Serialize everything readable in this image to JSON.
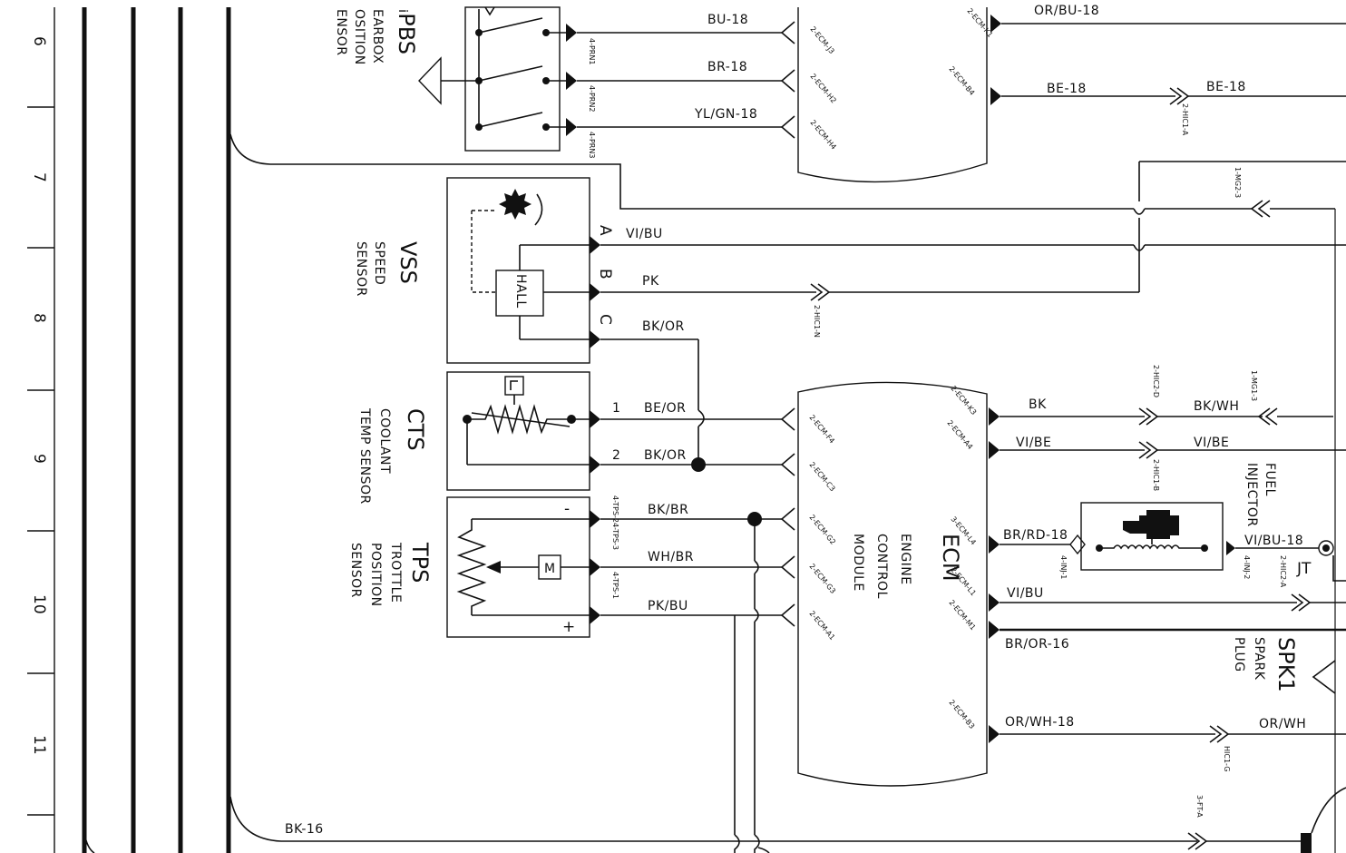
{
  "ruler": {
    "rows": [
      "6",
      "7",
      "8",
      "9",
      "10",
      "11"
    ]
  },
  "components": {
    "gpbs": {
      "lines": [
        "GPBS",
        "GEARBOX",
        "POSITION",
        "SENSOR"
      ],
      "shown": [
        "ᵢPBS",
        "EARBOX",
        "OSITION",
        "ENSOR"
      ]
    },
    "vss": {
      "code": "VSS",
      "lines": [
        "SPEED",
        "SENSOR"
      ],
      "hall": "HALL",
      "pins": [
        "A",
        "B",
        "C"
      ]
    },
    "cts": {
      "code": "CTS",
      "lines": [
        "COOLANT",
        "TEMP SENSOR"
      ],
      "pins": [
        "1",
        "2"
      ]
    },
    "tps": {
      "code": "TPS",
      "lines": [
        "TROTTLE",
        "POSITION",
        "SENSOR"
      ],
      "minus": "-",
      "plus": "+",
      "motor": "M"
    },
    "ecm": {
      "code": "ECM",
      "lines": [
        "ENGINE",
        "CONTROL",
        "MODULE"
      ]
    },
    "injector": {
      "lines": [
        "FUEL",
        "INJECTOR"
      ]
    },
    "spk": {
      "code": "SPK1",
      "lines": [
        "SPARK",
        "PLUG"
      ]
    },
    "jt": "JT"
  },
  "wires": {
    "gpbs": [
      "BU-18",
      "BR-18",
      "YL/GN-18"
    ],
    "top_right": [
      "OR/BU-18",
      "BE-18",
      "BE-18"
    ],
    "vss": [
      "VI/BU",
      "PK",
      "BK/OR"
    ],
    "cts": [
      "BE/OR",
      "BK/OR"
    ],
    "tps": [
      "BK/BR",
      "WH/BR",
      "PK/BU"
    ],
    "ecm_right": [
      "BK",
      "BK/WH",
      "VI/BE",
      "VI/BE",
      "BR/RD-18",
      "VI/BU-18",
      "VI/BU",
      "BR/OR-16",
      "OR/WH-18",
      "OR/WH"
    ],
    "ground": "BK-16"
  },
  "connectors": {
    "gpbs": [
      "4-PRN1",
      "4-PRN2",
      "4-PRN3"
    ],
    "ecm_top": [
      "2-ECM-J3",
      "2-ECM-H2",
      "2-ECM-H4",
      "2-ECM-K1",
      "2-ECM-B4"
    ],
    "hic_top": [
      "2-HIC1-A",
      "1-MG2-3"
    ],
    "vss": "2-HIC1-N",
    "ecm_left": [
      "2-ECM-F4",
      "2-ECM-C3",
      "2-ECM-G2",
      "2-ECM-G3",
      "2-ECM-A1"
    ],
    "tps": [
      "4-TPS-2",
      "4-TPS-3",
      "4-TPS-1"
    ],
    "ecm_right": [
      "2-ECM-K3",
      "2-ECM-A4",
      "3-ECM-L4",
      "2-ECM-L1",
      "2-ECM-M1",
      "2-ECM-B3"
    ],
    "right": [
      "2-HIC2-D",
      "1-MG1-3",
      "2-HIC1-B",
      "4-INJ-1",
      "4-INJ-2",
      "2-HIC2-A",
      "HIC1-G",
      "3-FT-A"
    ]
  }
}
